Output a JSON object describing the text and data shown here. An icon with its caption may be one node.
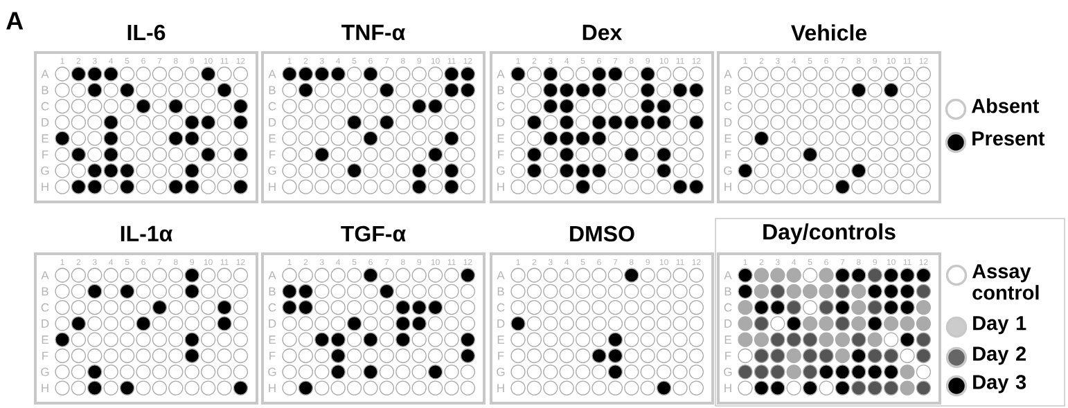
{
  "diagram": {
    "nodes": [
      {
        "text": [
          "IL-6"
        ]
      },
      {
        "text": [
          "TNF-α"
        ]
      },
      {
        "text": [
          "Dex"
        ]
      },
      {
        "text": [
          "Vehicle"
        ]
      },
      {
        "text": [
          "IL-1α"
        ]
      },
      {
        "text": [
          "TGF-α"
        ]
      },
      {
        "text": [
          "DMSO"
        ]
      },
      {
        "text": [
          "Day/controls"
        ]
      }
    ],
    "labels": [
      "A",
      "1",
      "2",
      "3",
      "4",
      "5",
      "6",
      "7",
      "8",
      "9",
      "10",
      "11",
      "12",
      "A",
      "B",
      "C",
      "D",
      "E",
      "F",
      "G",
      "H",
      "1",
      "2",
      "3",
      "4",
      "5",
      "6",
      "7",
      "8",
      "9",
      "10",
      "11",
      "12",
      "A",
      "B",
      "C",
      "D",
      "E",
      "F",
      "G",
      "H",
      "1",
      "2",
      "3",
      "4",
      "5",
      "6",
      "7",
      "8",
      "9",
      "10",
      "11",
      "12",
      "A",
      "B",
      "C",
      "D",
      "E",
      "F",
      "G",
      "H",
      "1",
      "2",
      "3",
      "4",
      "5",
      "6",
      "7",
      "8",
      "9",
      "10",
      "11",
      "12",
      "A",
      "B",
      "C",
      "D",
      "E",
      "F",
      "G",
      "H",
      "1",
      "2",
      "3",
      "4",
      "5",
      "6",
      "7",
      "8",
      "9",
      "10",
      "11",
      "12",
      "A",
      "B",
      "C",
      "D",
      "E",
      "F",
      "G",
      "H",
      "1",
      "2",
      "3",
      "4",
      "5",
      "6",
      "7",
      "8",
      "9",
      "10",
      "11",
      "12",
      "A",
      "B",
      "C",
      "D",
      "E",
      "F",
      "G",
      "H",
      "1",
      "2",
      "3",
      "4",
      "5",
      "6",
      "7",
      "8",
      "9",
      "10",
      "11",
      "12",
      "A",
      "B",
      "C",
      "D",
      "E",
      "F",
      "G",
      "H",
      "1",
      "2",
      "3",
      "4",
      "5",
      "6",
      "7",
      "8",
      "9",
      "10",
      "11",
      "12",
      "A",
      "B",
      "C",
      "D",
      "E",
      "F",
      "G",
      "H"
    ],
    "legend": [
      {
        "text": "Absent"
      },
      {
        "text": "Present",
        "color": "#000000"
      },
      {
        "text": "Assay control"
      },
      {
        "text": "Day 1",
        "color": "#cccccc"
      },
      {
        "text": "Day 2",
        "color": "#666666"
      },
      {
        "text": "Day 3",
        "color": "#000000"
      }
    ]
  }
}
